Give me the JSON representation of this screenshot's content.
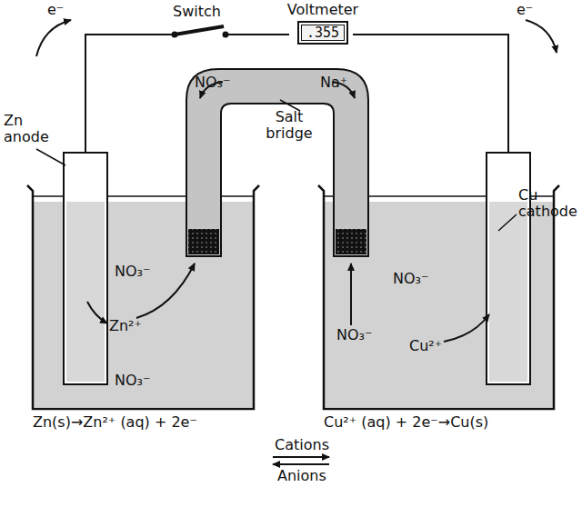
{
  "diagram": {
    "nodes": [
      {
        "text": [
          "Voltmeter",
          ".355"
        ]
      }
    ],
    "labels": [
      "e⁻",
      "Switch",
      "e⁻",
      "Zn anode",
      "NO₃⁻",
      "Na⁺",
      "Salt bridge",
      "Cu cathode",
      "NO₃⁻",
      "Zn²⁺",
      "NO₃⁻",
      "NO₃⁻",
      "Cu²⁺",
      "NO₃⁻",
      "Zn(s)→Zn²⁺ (aq) + 2e⁻",
      "Cu²⁺ (aq) + 2e⁻→Cu(s)",
      "Cations",
      "Anions"
    ]
  }
}
